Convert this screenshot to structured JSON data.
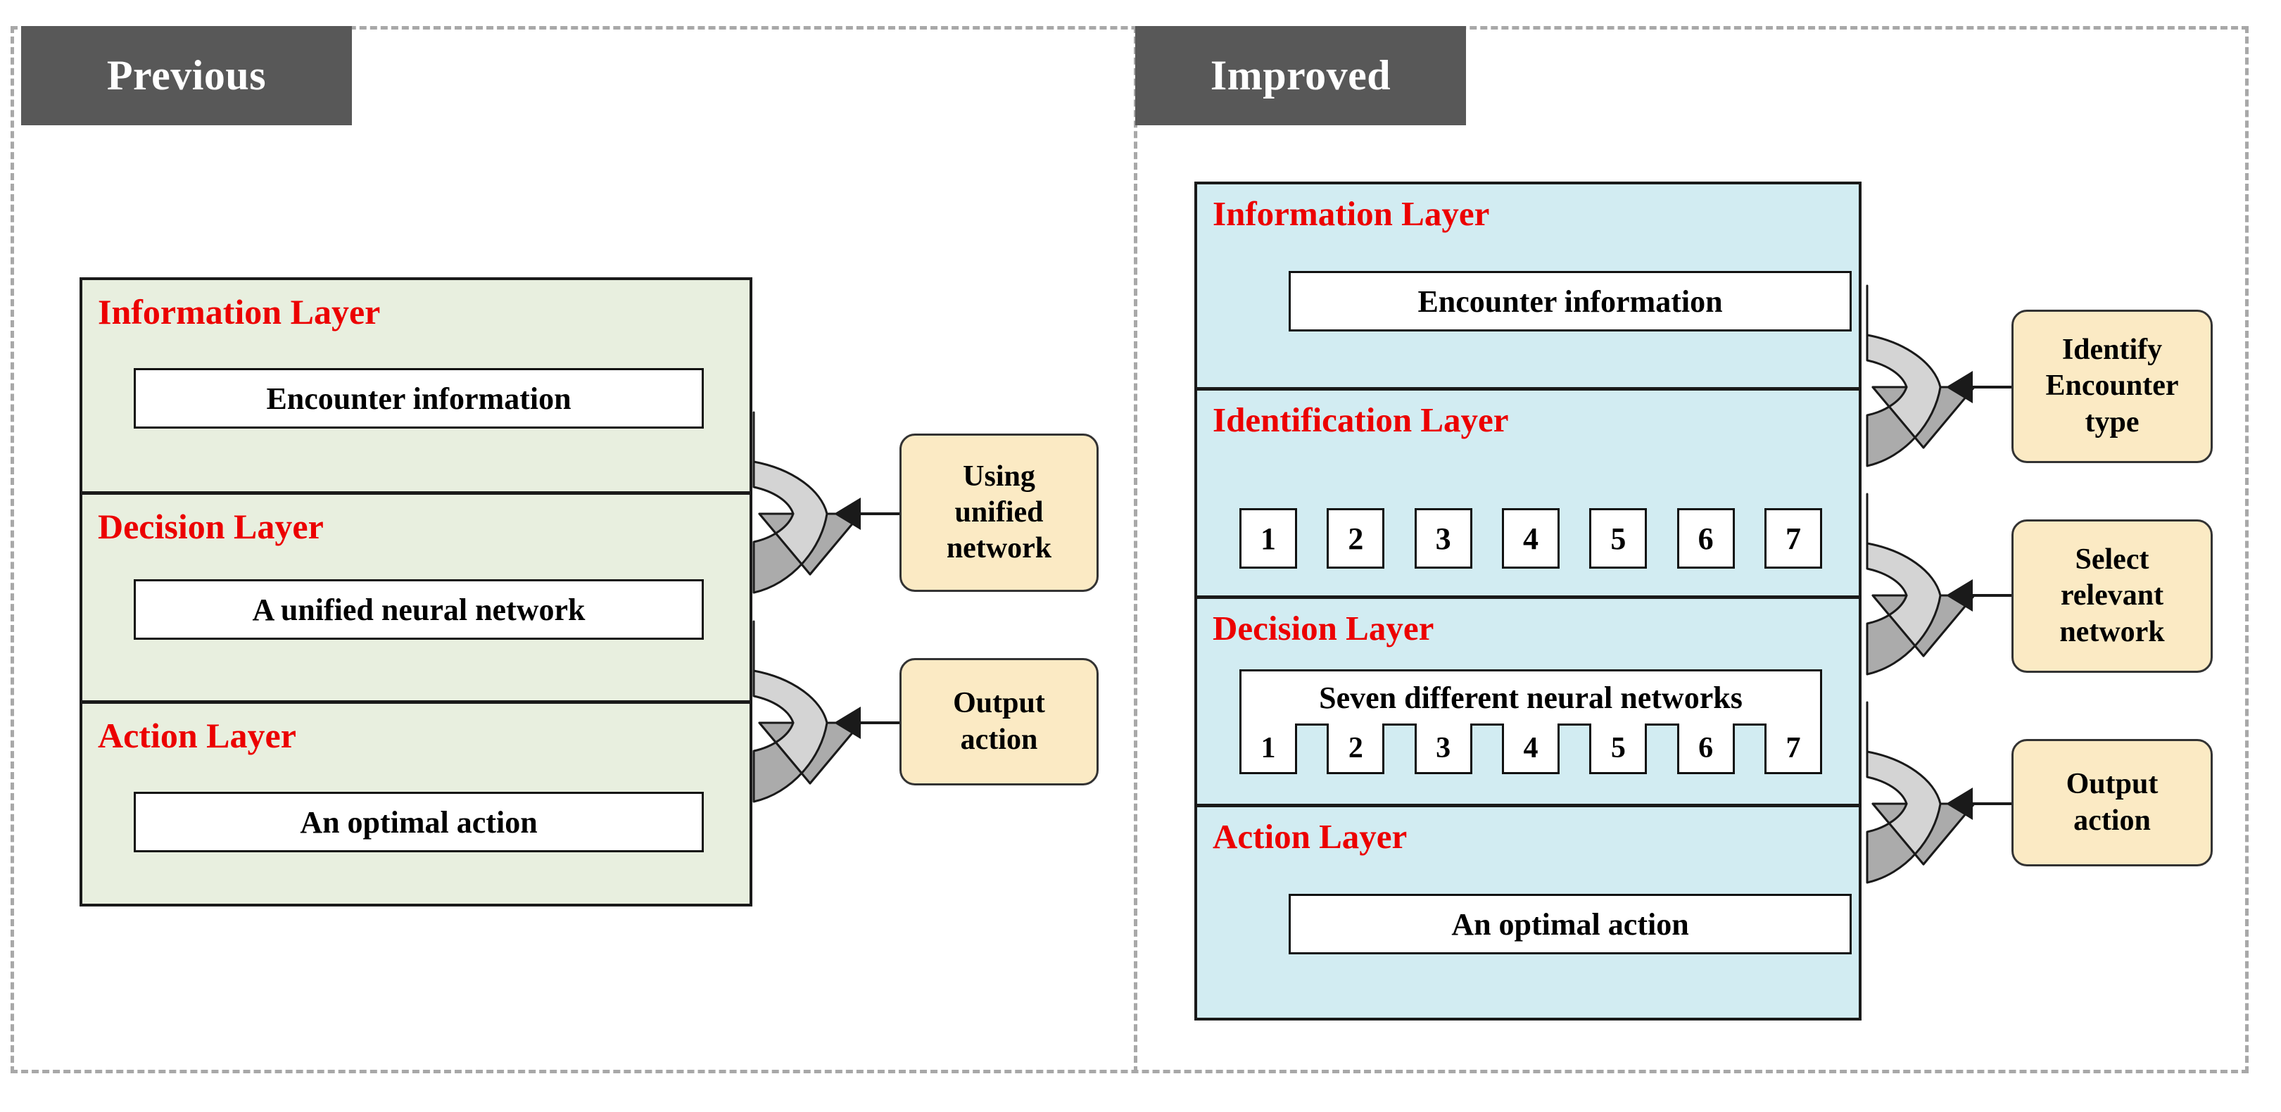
{
  "frame": {
    "border_color": "#a8a8a8",
    "tab_bg": "#585858",
    "tab_text_color": "#ffffff"
  },
  "colors": {
    "previous_panel_fill": "#e8efdf",
    "improved_panel_fill": "#d2ecf2",
    "layer_title_red": "#ec0000",
    "callout_fill": "#fbeac4",
    "arrow_light_gray": "#d4d4d4",
    "arrow_dark_gray": "#aaaaaa",
    "outline_black": "#1a1a1a"
  },
  "sections": [
    {
      "id": "previous",
      "tab_label": "Previous",
      "layers": [
        {
          "title": "Information Layer",
          "box_label": "Encounter information"
        },
        {
          "title": "Decision Layer",
          "box_label": "A unified neural network"
        },
        {
          "title": "Action Layer",
          "box_label": "An optimal action"
        }
      ],
      "callouts": [
        {
          "lines": [
            "Using",
            "unified",
            "network"
          ]
        },
        {
          "lines": [
            "Output",
            "action"
          ]
        }
      ]
    },
    {
      "id": "improved",
      "tab_label": "Improved",
      "layers": [
        {
          "title": "Information Layer",
          "box_label": "Encounter information"
        },
        {
          "title": "Identification Layer",
          "chips": [
            "1",
            "2",
            "3",
            "4",
            "5",
            "6",
            "7"
          ]
        },
        {
          "title": "Decision Layer",
          "box_label": "Seven different neural networks",
          "chips": [
            "1",
            "2",
            "3",
            "4",
            "5",
            "6",
            "7"
          ]
        },
        {
          "title": "Action Layer",
          "box_label": "An optimal action"
        }
      ],
      "callouts": [
        {
          "lines": [
            "Identify",
            "Encounter",
            "type"
          ]
        },
        {
          "lines": [
            "Select",
            "relevant",
            "network"
          ]
        },
        {
          "lines": [
            "Output",
            "action"
          ]
        }
      ]
    }
  ]
}
